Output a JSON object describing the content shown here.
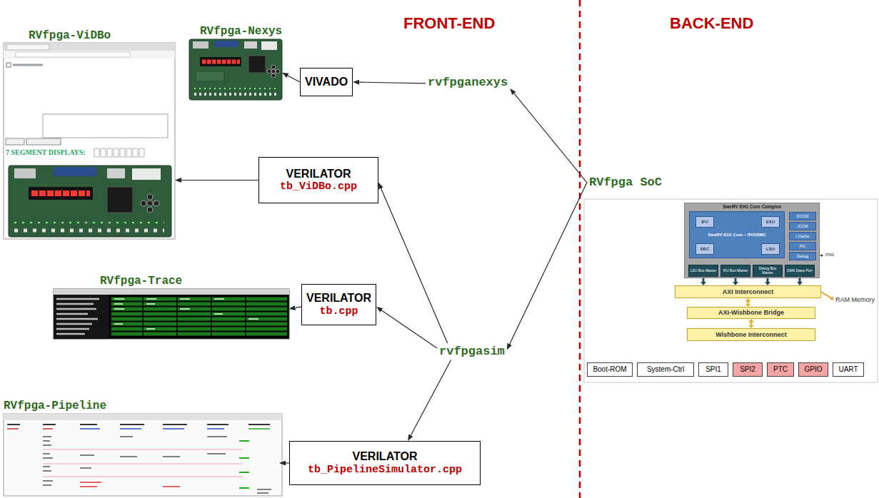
{
  "diagram": {
    "nodes": [
      {
        "text": [
          "RVfpga-ViDBo"
        ]
      },
      {
        "text": [
          "RVfpga-Nexys"
        ]
      },
      {
        "text": [
          "VIVADO"
        ]
      },
      {
        "text": [
          "rvfpganexys"
        ]
      },
      {
        "text": [
          "VERILATOR",
          "tb_ViDBo.cpp"
        ]
      },
      {
        "text": [
          "RVfpga SoC"
        ]
      },
      {
        "text": [
          "RVfpga-Trace"
        ]
      },
      {
        "text": [
          "VERILATOR",
          "tb.cpp"
        ]
      },
      {
        "text": [
          "rvfpgasim"
        ]
      },
      {
        "text": [
          "RVfpga-Pipeline"
        ]
      },
      {
        "text": [
          "VERILATOR",
          "tb_PipelineSimulator.cpp"
        ]
      },
      {
        "text": [
          "SweRV EH1 Core Complex"
        ]
      },
      {
        "text": [
          "SweRV EH1 Core – RV32IMC"
        ],
        "in": 11
      },
      {
        "text": [
          "IFU"
        ],
        "in": 12
      },
      {
        "text": [
          "EXU"
        ],
        "in": 12
      },
      {
        "text": [
          "DEC"
        ],
        "in": 12
      },
      {
        "text": [
          "LSU"
        ],
        "in": 12
      },
      {
        "text": [
          "DCCM"
        ],
        "in": 11
      },
      {
        "text": [
          "ICCM"
        ],
        "in": 11
      },
      {
        "text": [
          "I-Cache"
        ],
        "in": 11
      },
      {
        "text": [
          "PIC"
        ],
        "in": 11
      },
      {
        "text": [
          "Debug"
        ],
        "in": 11
      },
      {
        "text": [
          "LSU Bus Master"
        ],
        "in": 11
      },
      {
        "text": [
          "IFU Bus Master"
        ],
        "in": 11
      },
      {
        "text": [
          "Debug Bus Master"
        ],
        "in": 11
      },
      {
        "text": [
          "DMA Slave Port"
        ],
        "in": 11
      },
      {
        "text": [
          "AXI Interconnect"
        ]
      },
      {
        "text": [
          "RAM Memory"
        ]
      },
      {
        "text": [
          "AXI-Wishbone Bridge"
        ]
      },
      {
        "text": [
          "Wishbone Interconnect"
        ]
      },
      {
        "text": [
          "Boot-ROM"
        ]
      },
      {
        "text": [
          "System-Ctrl"
        ]
      },
      {
        "text": [
          "SPI1"
        ]
      },
      {
        "text": [
          "SPI2"
        ]
      },
      {
        "text": [
          "PTC"
        ]
      },
      {
        "text": [
          "GPIO"
        ]
      },
      {
        "text": [
          "UART"
        ]
      }
    ],
    "edges": [
      {
        "from": 3,
        "to": 2,
        "arrow": "to"
      },
      {
        "from": 2,
        "to": 1,
        "arrow": "to"
      },
      {
        "from": 5,
        "to": 3,
        "arrow": "to"
      },
      {
        "from": 5,
        "to": 8,
        "arrow": "to"
      },
      {
        "from": 8,
        "to": 4,
        "arrow": "to"
      },
      {
        "from": 4,
        "to": 0,
        "arrow": "to"
      },
      {
        "from": 8,
        "to": 7,
        "arrow": "to"
      },
      {
        "from": 7,
        "to": 6,
        "arrow": "to"
      },
      {
        "from": 8,
        "to": 10,
        "arrow": "to"
      },
      {
        "from": 10,
        "to": 9,
        "arrow": "to"
      },
      {
        "from": 22,
        "to": 26,
        "arrow": "to"
      },
      {
        "from": 23,
        "to": 26,
        "arrow": "to"
      },
      {
        "from": 24,
        "to": 26,
        "arrow": "to"
      },
      {
        "from": 25,
        "to": 26,
        "arrow": "to"
      },
      {
        "from": 26,
        "to": 28,
        "arrow": "both"
      },
      {
        "from": 28,
        "to": 29,
        "arrow": "both"
      },
      {
        "from": 26,
        "to": 27,
        "arrow": "to"
      }
    ],
    "labels": [
      "FRONT-END",
      "BACK-END",
      "7 SEGMENT DISPLAYS:",
      "JTAG"
    ]
  }
}
